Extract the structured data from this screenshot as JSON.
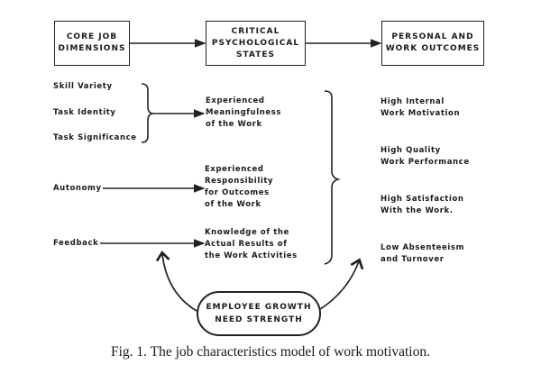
{
  "headers": {
    "core": "CORE JOB\nDIMENSIONS",
    "critical": "CRITICAL\nPSYCHOLOGICAL\nSTATES",
    "outcomes": "PERSONAL AND\nWORK OUTCOMES"
  },
  "dimensions": {
    "skill_variety": "Skill Variety",
    "task_identity": "Task Identity",
    "task_significance": "Task Significance",
    "autonomy": "Autonomy",
    "feedback": "Feedback"
  },
  "states": {
    "meaningfulness": "Experienced\nMeaningfulness\nof the Work",
    "responsibility": "Experienced\nResponsibility\nfor Outcomes\nof the Work",
    "knowledge": "Knowledge of the\nActual Results of\nthe Work Activities"
  },
  "outcomes": {
    "motivation": "High Internal\nWork Motivation",
    "performance": "High Quality\nWork Performance",
    "satisfaction": "High Satisfaction\nWith the Work.",
    "absenteeism": "Low Absenteeism\nand Turnover"
  },
  "moderator": "EMPLOYEE GROWTH\nNEED STRENGTH",
  "caption": "Fig. 1. The job characteristics model of work motivation."
}
